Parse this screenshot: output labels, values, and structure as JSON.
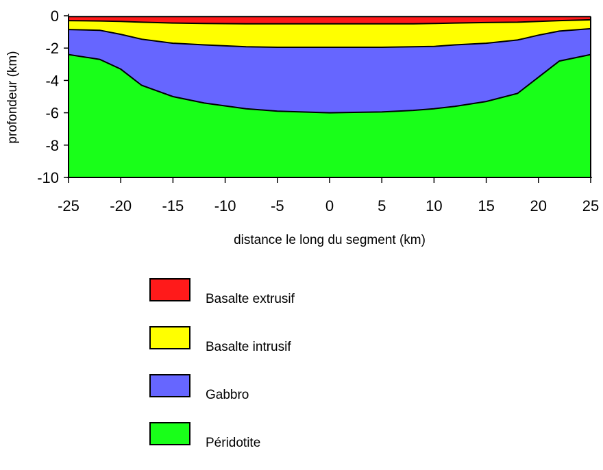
{
  "chart_data": {
    "type": "area",
    "title": "",
    "xlabel": "distance le long du segment (km)",
    "ylabel": "profondeur (km)",
    "xlim": [
      -25,
      25
    ],
    "ylim": [
      -10,
      0
    ],
    "x_ticks": [
      "-25",
      "-20",
      "-15",
      "-10",
      "-5",
      "0",
      "5",
      "10",
      "15",
      "20",
      "25"
    ],
    "y_ticks": [
      "0",
      "-2",
      "-4",
      "-6",
      "-8",
      "-10"
    ],
    "grid": false,
    "legend_position": "bottom",
    "x": [
      -25,
      -22,
      -20,
      -18,
      -15,
      -12,
      -8,
      -5,
      0,
      5,
      8,
      10,
      12,
      15,
      18,
      20,
      22,
      25
    ],
    "boundaries": [
      {
        "name": "surface",
        "values": [
          -0.05,
          -0.05,
          -0.05,
          -0.05,
          -0.05,
          -0.05,
          -0.05,
          -0.05,
          -0.05,
          -0.05,
          -0.05,
          -0.05,
          -0.05,
          -0.05,
          -0.05,
          -0.05,
          -0.05,
          -0.05
        ]
      },
      {
        "name": "base basalte extrusif",
        "values": [
          -0.3,
          -0.32,
          -0.35,
          -0.4,
          -0.45,
          -0.48,
          -0.5,
          -0.5,
          -0.5,
          -0.5,
          -0.5,
          -0.48,
          -0.45,
          -0.42,
          -0.4,
          -0.35,
          -0.3,
          -0.25
        ]
      },
      {
        "name": "base basalte intrusif",
        "values": [
          -0.85,
          -0.9,
          -1.15,
          -1.45,
          -1.7,
          -1.8,
          -1.92,
          -1.95,
          -1.95,
          -1.95,
          -1.92,
          -1.9,
          -1.8,
          -1.7,
          -1.5,
          -1.2,
          -0.95,
          -0.8
        ]
      },
      {
        "name": "base gabbro",
        "values": [
          -2.4,
          -2.7,
          -3.3,
          -4.3,
          -5.0,
          -5.4,
          -5.75,
          -5.9,
          -6.0,
          -5.95,
          -5.85,
          -5.75,
          -5.6,
          -5.3,
          -4.8,
          -3.8,
          -2.8,
          -2.4
        ]
      },
      {
        "name": "base peridotite",
        "values": [
          -10,
          -10,
          -10,
          -10,
          -10,
          -10,
          -10,
          -10,
          -10,
          -10,
          -10,
          -10,
          -10,
          -10,
          -10,
          -10,
          -10,
          -10
        ]
      }
    ],
    "series": [
      {
        "name": "Basalte extrusif",
        "color": "#ff1a1a"
      },
      {
        "name": "Basalte intrusif",
        "color": "#ffff00"
      },
      {
        "name": "Gabbro",
        "color": "#6666ff"
      },
      {
        "name": "Péridotite",
        "color": "#19ff19"
      }
    ]
  },
  "legend": {
    "items": [
      {
        "label": "Basalte extrusif",
        "color": "#ff1a1a"
      },
      {
        "label": "Basalte intrusif",
        "color": "#ffff00"
      },
      {
        "label": "Gabbro",
        "color": "#6666ff"
      },
      {
        "label": "Péridotite",
        "color": "#19ff19"
      }
    ]
  }
}
